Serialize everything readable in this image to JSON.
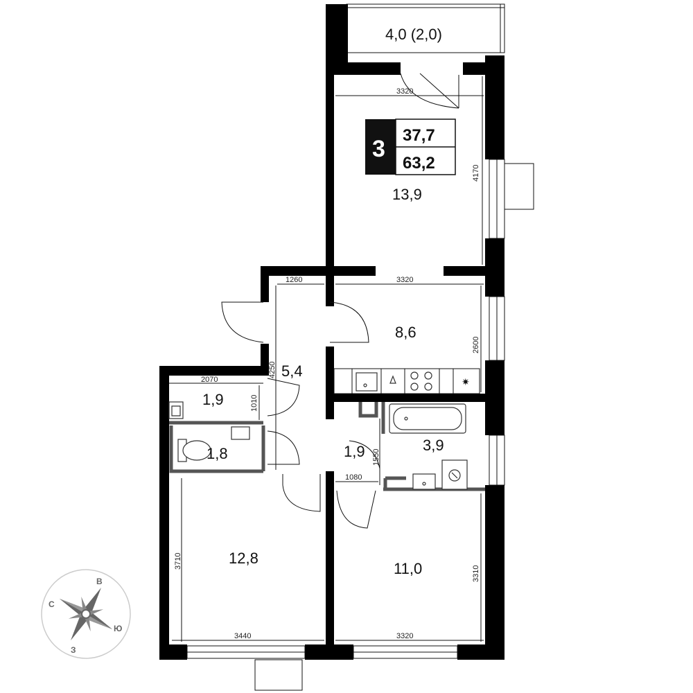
{
  "badge": {
    "rooms": "3",
    "living_area": "37,7",
    "total_area": "63,2"
  },
  "rooms": {
    "balcony": "4,0 (2,0)",
    "living_top": "13,9",
    "kitchen": "8,6",
    "hall": "5,4",
    "wc1": "1,9",
    "wc2": "1,8",
    "corridor": "1,9",
    "bath": "3,9",
    "bedroom_left": "12,8",
    "bedroom_right": "11,0"
  },
  "dimensions": {
    "top_width": "3320",
    "top_height": "4170",
    "kitchen_width": "3320",
    "kitchen_height": "2600",
    "hall_width": "1260",
    "hall_height": "4250",
    "wc_width": "2070",
    "wc_height": "1010",
    "corridor_height": "1550",
    "corridor_width": "1080",
    "left_height": "3710",
    "left_width": "3440",
    "right_width": "3320",
    "right_height": "3310"
  },
  "compass": {
    "north": "В",
    "west": "С",
    "east": "Ю",
    "south": "З"
  }
}
